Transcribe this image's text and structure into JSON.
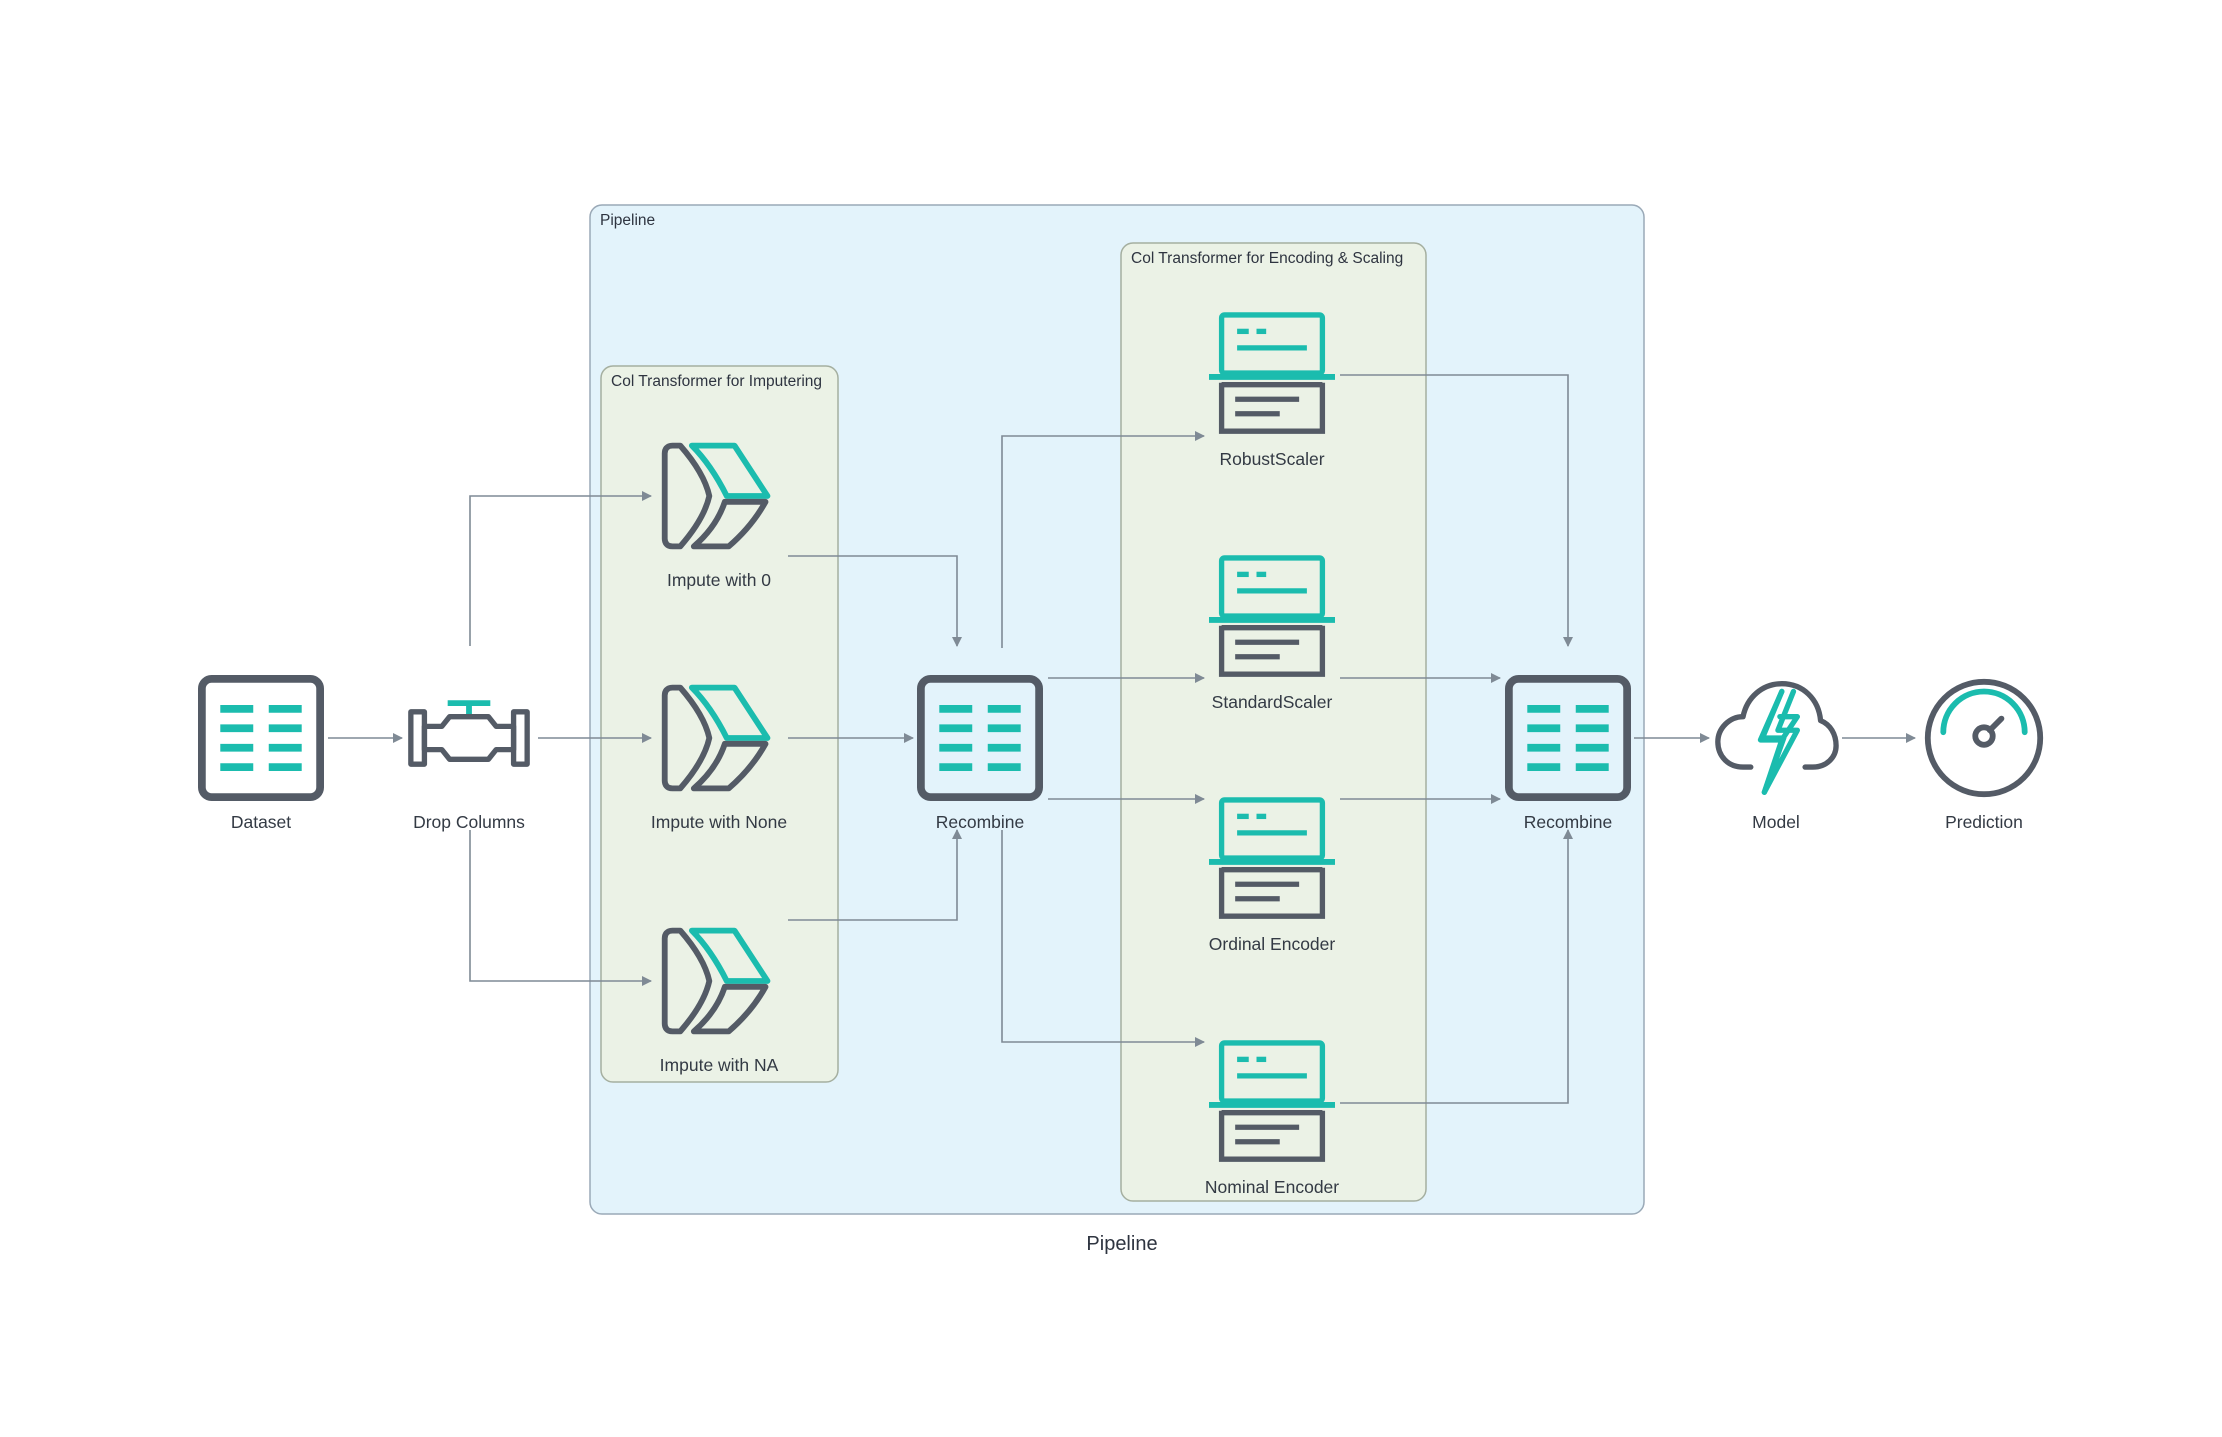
{
  "caption": "Pipeline",
  "clusters": {
    "pipeline": "Pipeline",
    "imputer": "Col Transformer for Imputering",
    "encoder": "Col Transformer for Encoding & Scaling"
  },
  "nodes": {
    "dataset": {
      "label": "Dataset",
      "icon": "table-icon"
    },
    "drop": {
      "label": "Drop Columns",
      "icon": "pipe-valve-icon"
    },
    "impute0": {
      "label": "Impute with 0",
      "icon": "kinesis-icon"
    },
    "imputeNone": {
      "label": "Impute with None",
      "icon": "kinesis-icon"
    },
    "imputeNA": {
      "label": "Impute with NA",
      "icon": "kinesis-icon"
    },
    "recombine1": {
      "label": "Recombine",
      "icon": "table-icon"
    },
    "robust": {
      "label": "RobustScaler",
      "icon": "laptop-icon"
    },
    "standard": {
      "label": "StandardScaler",
      "icon": "laptop-icon"
    },
    "ordinal": {
      "label": "Ordinal Encoder",
      "icon": "laptop-icon"
    },
    "nominal": {
      "label": "Nominal Encoder",
      "icon": "laptop-icon"
    },
    "recombine2": {
      "label": "Recombine",
      "icon": "table-icon"
    },
    "model": {
      "label": "Model",
      "icon": "cloud-lightning-icon"
    },
    "prediction": {
      "label": "Prediction",
      "icon": "gauge-icon"
    }
  },
  "edges": [
    [
      "dataset",
      "drop"
    ],
    [
      "drop",
      "impute0"
    ],
    [
      "drop",
      "imputeNone"
    ],
    [
      "drop",
      "imputeNA"
    ],
    [
      "impute0",
      "recombine1"
    ],
    [
      "imputeNone",
      "recombine1"
    ],
    [
      "imputeNA",
      "recombine1"
    ],
    [
      "recombine1",
      "robust"
    ],
    [
      "recombine1",
      "standard"
    ],
    [
      "recombine1",
      "ordinal"
    ],
    [
      "recombine1",
      "nominal"
    ],
    [
      "robust",
      "recombine2"
    ],
    [
      "standard",
      "recombine2"
    ],
    [
      "ordinal",
      "recombine2"
    ],
    [
      "nominal",
      "recombine2"
    ],
    [
      "recombine2",
      "model"
    ],
    [
      "model",
      "prediction"
    ]
  ],
  "colors": {
    "icon_dark": "#545b66",
    "icon_teal": "#1bbcae",
    "edge": "#7f8a95",
    "pipeline_fill": "#e3f3fb",
    "transformer_fill": "#ebf2e6"
  }
}
